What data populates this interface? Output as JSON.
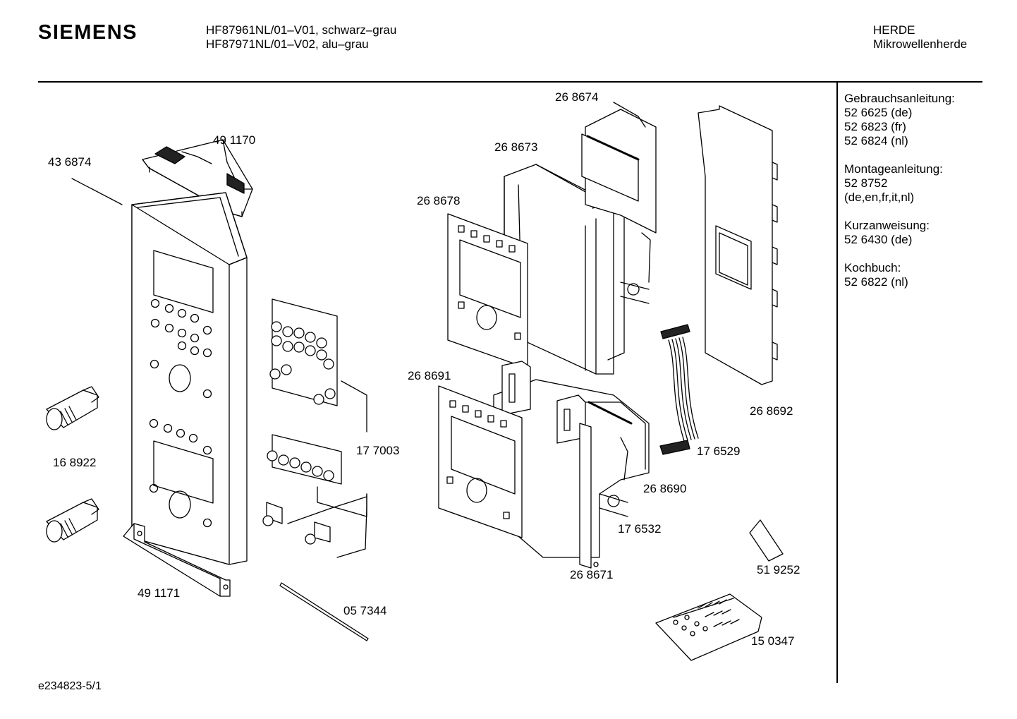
{
  "header": {
    "brand": "SIEMENS",
    "models": [
      "HF87961NL/01–V01, schwarz–grau",
      "HF87971NL/01–V02, alu–grau"
    ],
    "category": "HERDE",
    "subcategory": "Mikrowellenherde"
  },
  "documents": [
    {
      "title": "Gebrauchsanleitung:",
      "lines": [
        "52 6625 (de)",
        "52 6823 (fr)",
        "52 6824 (nl)"
      ]
    },
    {
      "title": "Montageanleitung:",
      "lines": [
        "52 8752",
        "(de,en,fr,it,nl)"
      ]
    },
    {
      "title": "Kurzanweisung:",
      "lines": [
        "52 6430 (de)"
      ]
    },
    {
      "title": "Kochbuch:",
      "lines": [
        "52 6822 (nl)"
      ]
    }
  ],
  "parts": {
    "p436874": "43 6874",
    "p491170": "49 1170",
    "p168922": "16 8922",
    "p177003": "17 7003",
    "p491171": "49 1171",
    "p057344": "05 7344",
    "p268674": "26 8674",
    "p268673": "26 8673",
    "p268678": "26 8678",
    "p268691": "26 8691",
    "p268692": "26 8692",
    "p176529": "17 6529",
    "p268690": "26 8690",
    "p176532": "17 6532",
    "p268671": "26 8671",
    "p519252": "51 9252",
    "p150347": "15 0347"
  },
  "footer": "e234823-5/1"
}
